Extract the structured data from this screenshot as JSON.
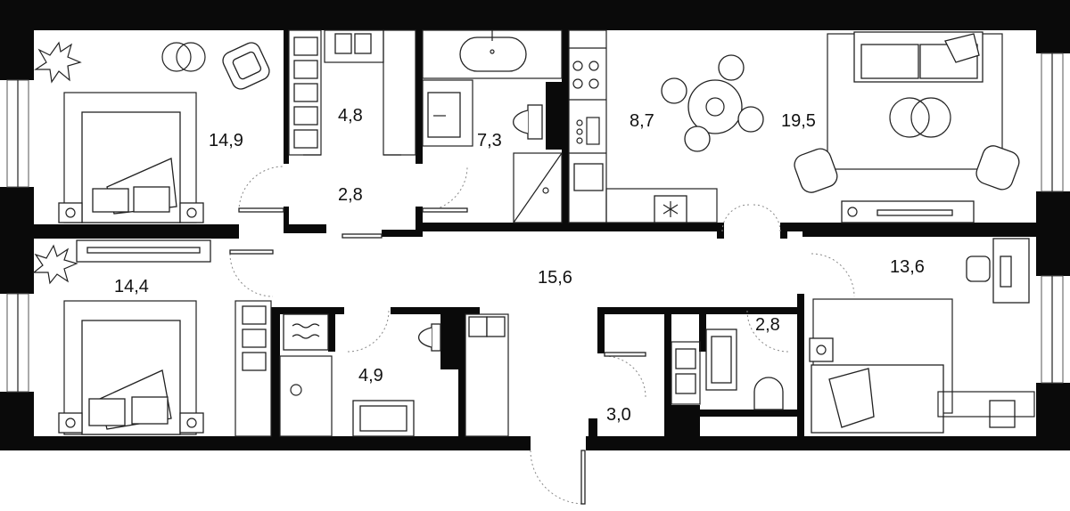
{
  "plan": {
    "rooms": [
      {
        "id": "bedroom-top-left",
        "area": "14,9"
      },
      {
        "id": "wardrobe",
        "area": "4,8"
      },
      {
        "id": "bathroom-top",
        "area": "7,3"
      },
      {
        "id": "kitchen",
        "area": "8,7"
      },
      {
        "id": "living-room",
        "area": "19,5"
      },
      {
        "id": "corridor-top",
        "area": "2,8"
      },
      {
        "id": "bedroom-bottom-left",
        "area": "14,4"
      },
      {
        "id": "hallway",
        "area": "15,6"
      },
      {
        "id": "bedroom-right",
        "area": "13,6"
      },
      {
        "id": "bathroom-bottom-left",
        "area": "4,9"
      },
      {
        "id": "bathroom-bottom-right",
        "area": "2,8"
      },
      {
        "id": "closet",
        "area": "3,0"
      }
    ]
  }
}
